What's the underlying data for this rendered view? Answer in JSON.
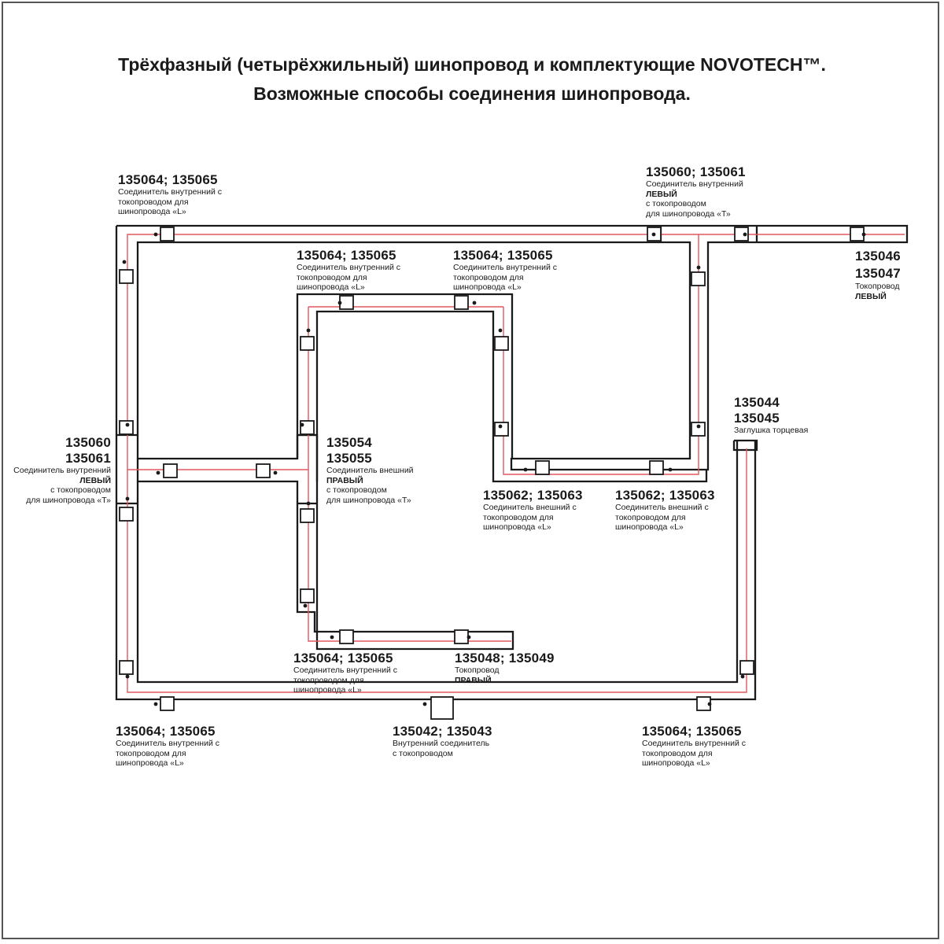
{
  "title": {
    "line1": "Трёхфазный (четырёхжильный) шинопровод и комплектующие NOVOTECH™.",
    "line2": "Возможные способы соединения шинопровода."
  },
  "colors": {
    "track": "#1a1a1a",
    "conductor": "#e0585e",
    "border": "#555555"
  },
  "labels": {
    "top_left_l": {
      "code": "135064; 135065",
      "lines": [
        "Соединитель внутренний с",
        "токопроводом для",
        "шинопровода «L»"
      ]
    },
    "top_right_t": {
      "code": "135060; 135061",
      "l1": "Соединитель внутренний",
      "l2": "ЛЕВЫЙ",
      "l3": "с токопроводом",
      "l4": "для шинопровода «Т»"
    },
    "feed_left": {
      "code1": "135046",
      "code2": "135047",
      "l1": "Токопровод",
      "l2": "ЛЕВЫЙ"
    },
    "inner_left_l": {
      "code": "135064; 135065",
      "lines": [
        "Соединитель внутренний с",
        "токопроводом для",
        "шинопровода «L»"
      ]
    },
    "inner_right_l": {
      "code": "135064; 135065",
      "lines": [
        "Соединитель внутренний с",
        "токопроводом для",
        "шинопровода «L»"
      ]
    },
    "end_cap": {
      "code1": "135044",
      "code2": "135045",
      "l1": "Заглушка торцевая"
    },
    "left_t": {
      "code1": "135060",
      "code2": "135061",
      "l1": "Соединитель внутренний",
      "l2": "ЛЕВЫЙ",
      "l3": "с токопроводом",
      "l4": "для шинопровода «Т»"
    },
    "center_t": {
      "code1": "135054",
      "code2": "135055",
      "l1": "Соединитель внешний",
      "l2": "ПРАВЫЙ",
      "l3": "с токопроводом",
      "l4": "для шинопровода «Т»"
    },
    "ext_l_1": {
      "code": "135062; 135063",
      "lines": [
        "Соединитель внешний с",
        "токопроводом для",
        "шинопровода «L»"
      ]
    },
    "ext_l_2": {
      "code": "135062; 135063",
      "lines": [
        "Соединитель внешний с",
        "токопроводом для",
        "шинопровода «L»"
      ]
    },
    "lower_inner_l": {
      "code": "135064; 135065",
      "lines": [
        "Соединитель внутренний с",
        "токопроводом для",
        "шинопровода «L»"
      ]
    },
    "feed_right": {
      "code": "135048; 135049",
      "l1": "Токопровод",
      "l2": "ПРАВЫЙ"
    },
    "bottom_left_l": {
      "code": "135064; 135065",
      "lines": [
        "Соединитель внутренний с",
        "токопроводом для",
        "шинопровода «L»"
      ]
    },
    "bottom_straight": {
      "code": "135042; 135043",
      "lines": [
        "Внутренний соединитель",
        "с токопроводом"
      ]
    },
    "bottom_right_l": {
      "code": "135064; 135065",
      "lines": [
        "Соединитель внутренний с",
        "токопроводом для",
        "шинопровода «L»"
      ]
    }
  }
}
